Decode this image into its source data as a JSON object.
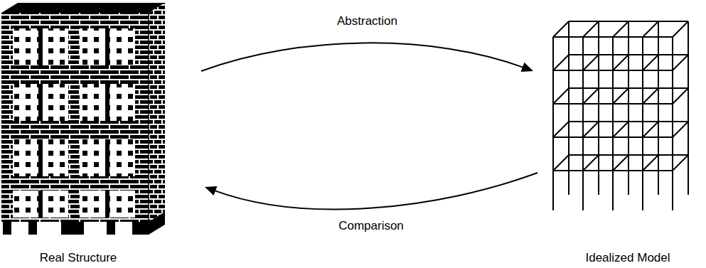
{
  "diagram": {
    "nodes": [
      {
        "text": [
          "Real Structure"
        ]
      },
      {
        "text": [
          "Idealized Model"
        ]
      }
    ],
    "edges": [
      {
        "from": 0,
        "to": 1,
        "label": "Abstraction",
        "arrow": "to"
      },
      {
        "from": 1,
        "to": 0,
        "label": "Comparison",
        "arrow": "to"
      }
    ]
  }
}
